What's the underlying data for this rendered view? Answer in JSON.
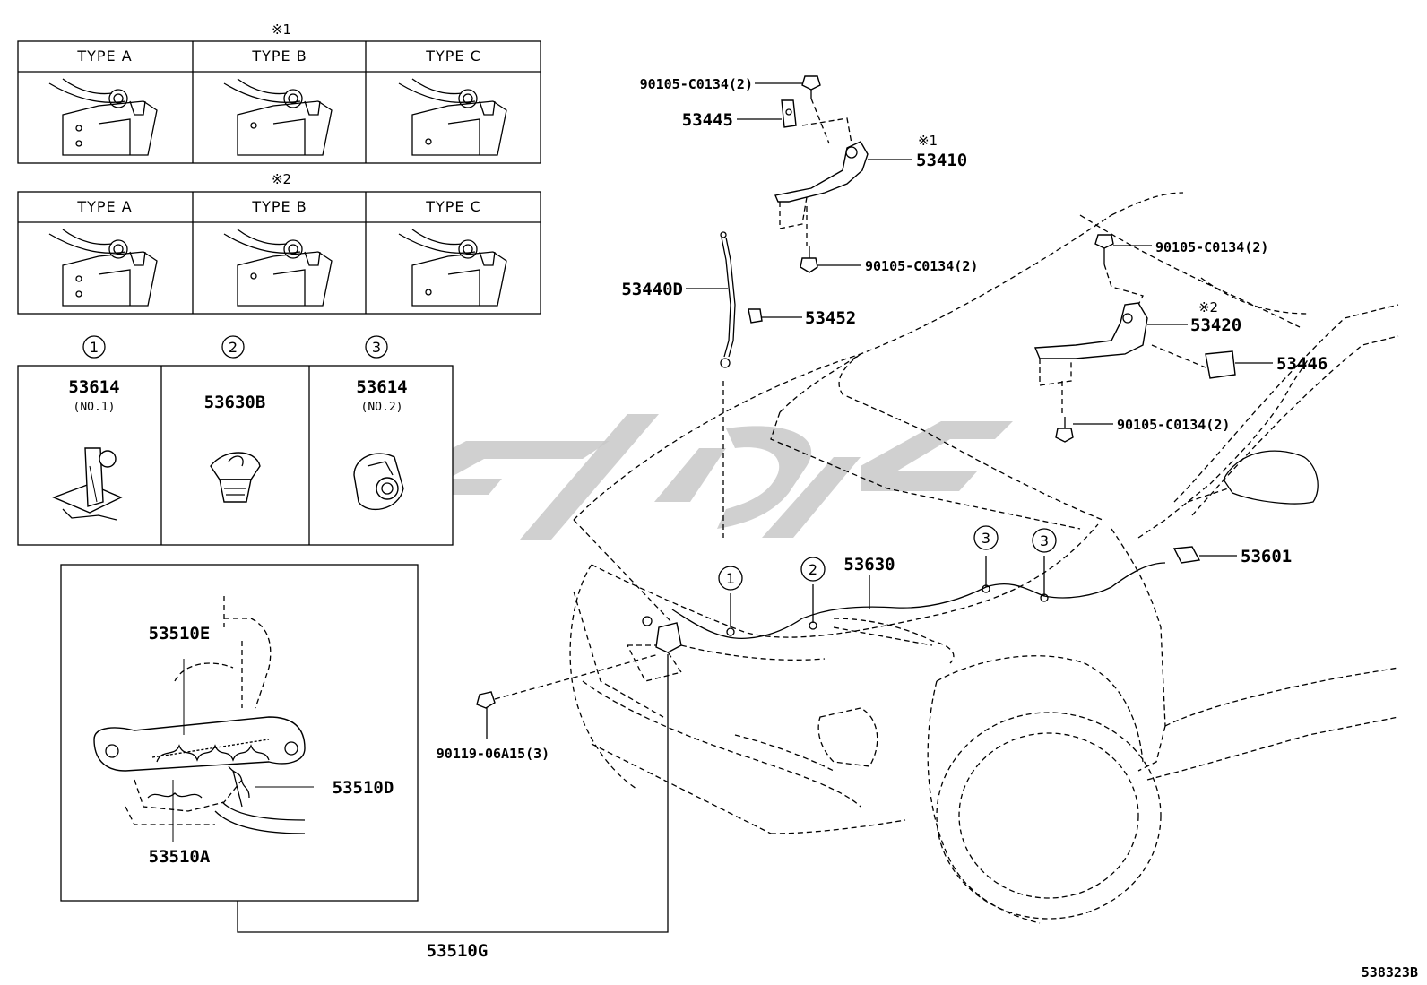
{
  "variants": {
    "group1": {
      "mark": "※1",
      "types": [
        "TYPE A",
        "TYPE B",
        "TYPE C"
      ]
    },
    "group2": {
      "mark": "※2",
      "types": [
        "TYPE A",
        "TYPE B",
        "TYPE C"
      ]
    }
  },
  "clips": [
    {
      "num": "1",
      "part": "53614",
      "sub": "(NO.1)"
    },
    {
      "num": "2",
      "part": "53630B",
      "sub": ""
    },
    {
      "num": "3",
      "part": "53614",
      "sub": "(NO.2)"
    }
  ],
  "detail": {
    "labels": {
      "a": "53510E",
      "b": "53510D",
      "c": "53510A"
    },
    "assembly": "53510G"
  },
  "callouts": {
    "bolt_top": "90105-C0134(2)",
    "bracket_left": "53445",
    "hinge_left": "53410",
    "hinge_left_mark": "※1",
    "bolt_left_lower": "90105-C0134(2)",
    "prop_rod": "53440D",
    "prop_clip": "53452",
    "bolt_right_top": "90105-C0134(2)",
    "hinge_right": "53420",
    "hinge_right_mark": "※2",
    "bracket_right": "53446",
    "bolt_right_lower": "90105-C0134(2)",
    "release_cable": "53630",
    "lever": "53601",
    "lock_bolt": "90119-06A15(3)"
  },
  "harness_markers": [
    "1",
    "2",
    "3",
    "3"
  ],
  "diagram_id": "538323B",
  "watermark": {
    "color": "#c8c8c8"
  }
}
